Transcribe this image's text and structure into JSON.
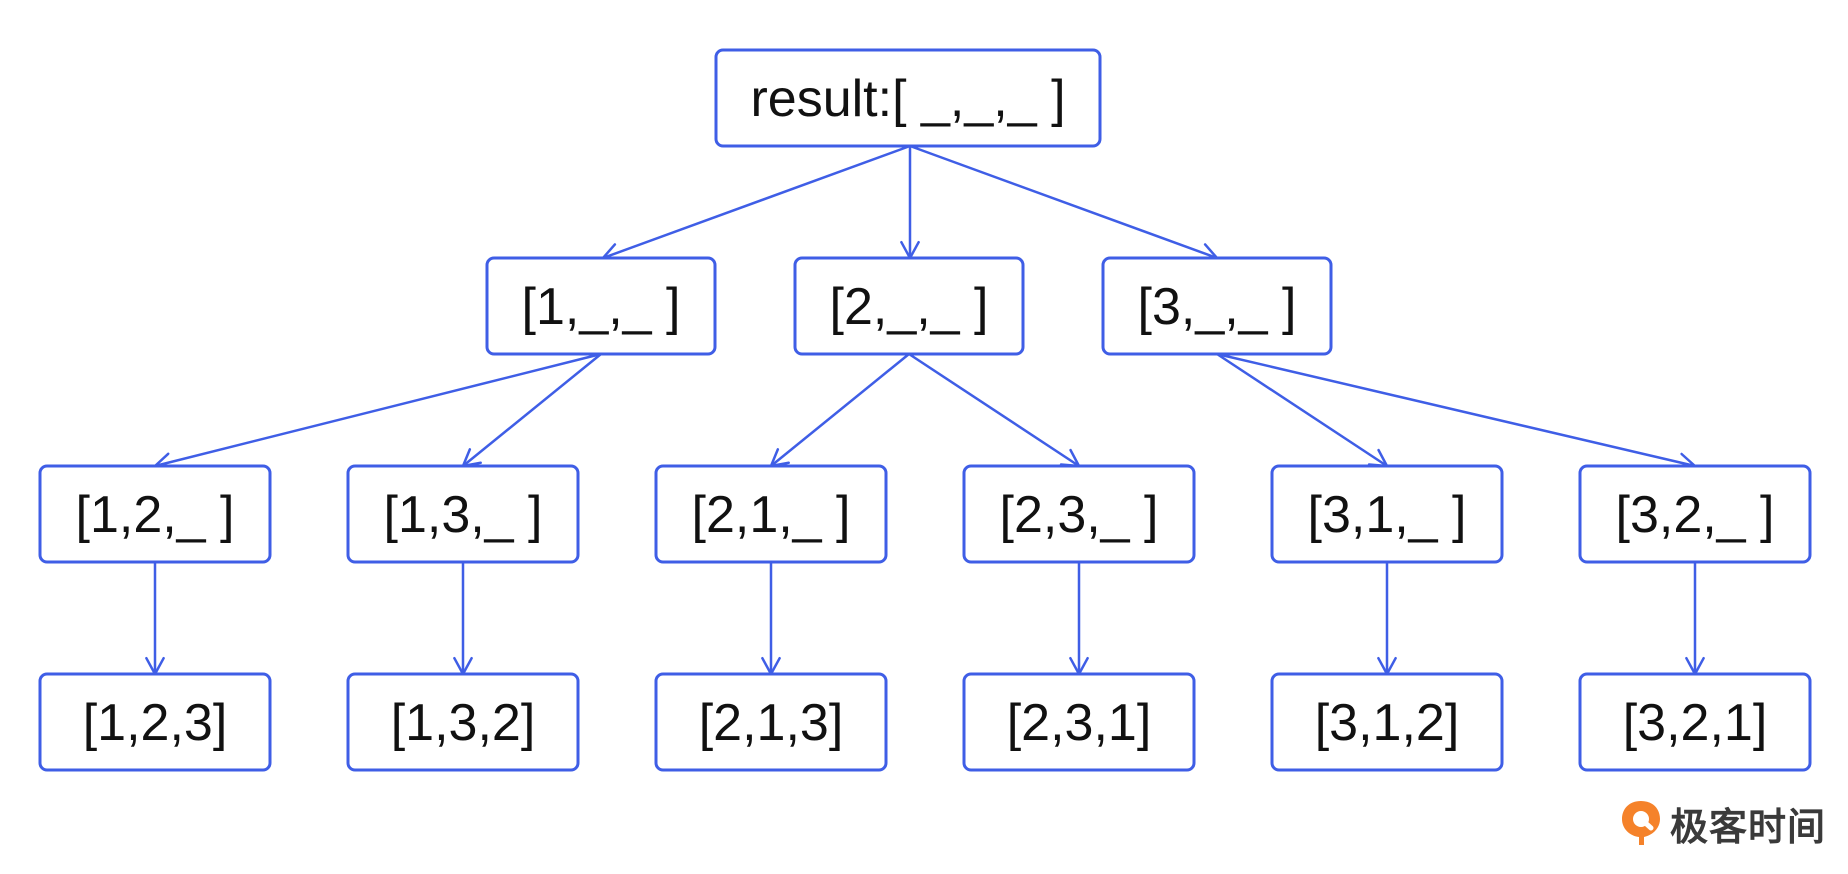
{
  "diagram": {
    "nodes": [
      {
        "id": "root",
        "label": "result:[ _,_,_ ]"
      },
      {
        "id": "l1-1",
        "label": "[1,_,_ ]"
      },
      {
        "id": "l1-2",
        "label": "[2,_,_ ]"
      },
      {
        "id": "l1-3",
        "label": "[3,_,_ ]"
      },
      {
        "id": "l2-12",
        "label": "[1,2,_ ]"
      },
      {
        "id": "l2-13",
        "label": "[1,3,_ ]"
      },
      {
        "id": "l2-21",
        "label": "[2,1,_ ]"
      },
      {
        "id": "l2-23",
        "label": "[2,3,_ ]"
      },
      {
        "id": "l2-31",
        "label": "[3,1,_ ]"
      },
      {
        "id": "l2-32",
        "label": "[3,2,_ ]"
      },
      {
        "id": "l3-123",
        "label": "[1,2,3]"
      },
      {
        "id": "l3-132",
        "label": "[1,3,2]"
      },
      {
        "id": "l3-213",
        "label": "[2,1,3]"
      },
      {
        "id": "l3-231",
        "label": "[2,3,1]"
      },
      {
        "id": "l3-312",
        "label": "[3,1,2]"
      },
      {
        "id": "l3-321",
        "label": "[3,2,1]"
      }
    ],
    "edges": [
      [
        "root",
        "l1-1"
      ],
      [
        "root",
        "l1-2"
      ],
      [
        "root",
        "l1-3"
      ],
      [
        "l1-1",
        "l2-12"
      ],
      [
        "l1-1",
        "l2-13"
      ],
      [
        "l1-2",
        "l2-21"
      ],
      [
        "l1-2",
        "l2-23"
      ],
      [
        "l1-3",
        "l2-31"
      ],
      [
        "l1-3",
        "l2-32"
      ],
      [
        "l2-12",
        "l3-123"
      ],
      [
        "l2-13",
        "l3-132"
      ],
      [
        "l2-21",
        "l3-213"
      ],
      [
        "l2-23",
        "l3-231"
      ],
      [
        "l2-31",
        "l3-312"
      ],
      [
        "l2-32",
        "l3-321"
      ]
    ],
    "colors": {
      "stroke": "#3f5ee6",
      "text": "#111111",
      "brand_orange": "#f5822a"
    }
  },
  "brand": {
    "text": "极客时间",
    "icon": "geektime-logo-icon"
  }
}
